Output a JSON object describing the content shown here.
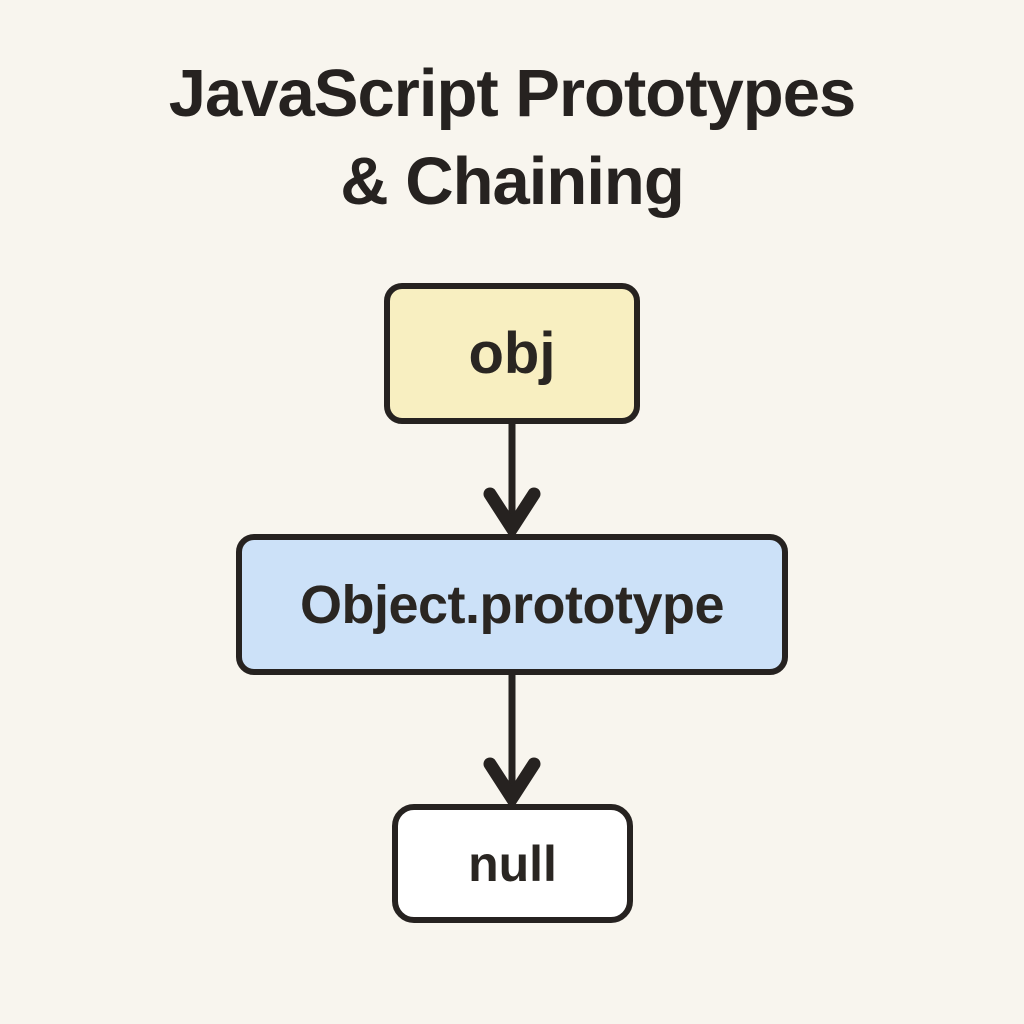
{
  "page": {
    "background_color": "#f8f5ee",
    "ink_color": "#262220"
  },
  "title": {
    "line1": "JavaScript Prototypes",
    "line2": "& Chaining"
  },
  "chain": {
    "nodes": [
      {
        "id": "obj",
        "label": "obj",
        "fill": "#f8efc1"
      },
      {
        "id": "object-prototype",
        "label": "Object.prototype",
        "fill": "#cce1f8"
      },
      {
        "id": "null",
        "label": "null",
        "fill": "#ffffff"
      }
    ],
    "edges": [
      {
        "from": "obj",
        "to": "Object.prototype",
        "style": "arrow-down"
      },
      {
        "from": "Object.prototype",
        "to": "null",
        "style": "arrow-down"
      }
    ]
  }
}
